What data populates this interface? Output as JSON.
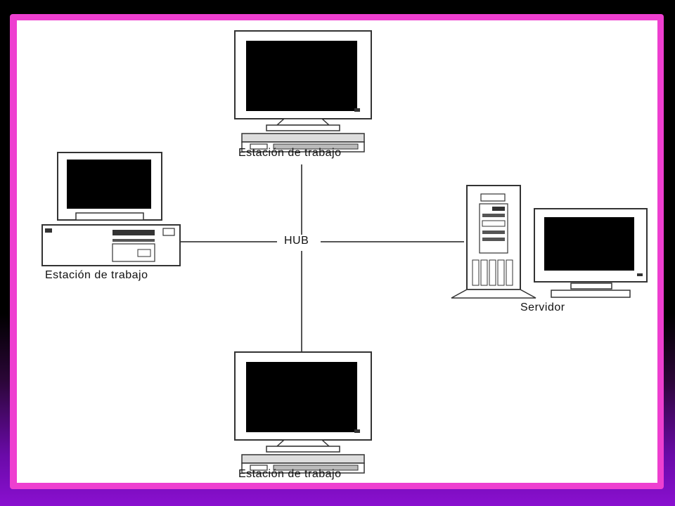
{
  "diagram": {
    "hub_label": "HUB",
    "nodes": {
      "top": {
        "label": "Estación de trabajo",
        "icon": "monitor-keyboard-icon"
      },
      "left": {
        "label": "Estación de trabajo",
        "icon": "desktop-pc-icon"
      },
      "right": {
        "label": "Servidor",
        "icon": "server-tower-icon"
      },
      "bottom": {
        "label": "Estación de trabajo",
        "icon": "monitor-keyboard-icon"
      }
    }
  },
  "colors": {
    "frame": "#ee3fd0",
    "background_top": "#000000",
    "background_bottom": "#8a10d0",
    "panel": "#ffffff"
  }
}
